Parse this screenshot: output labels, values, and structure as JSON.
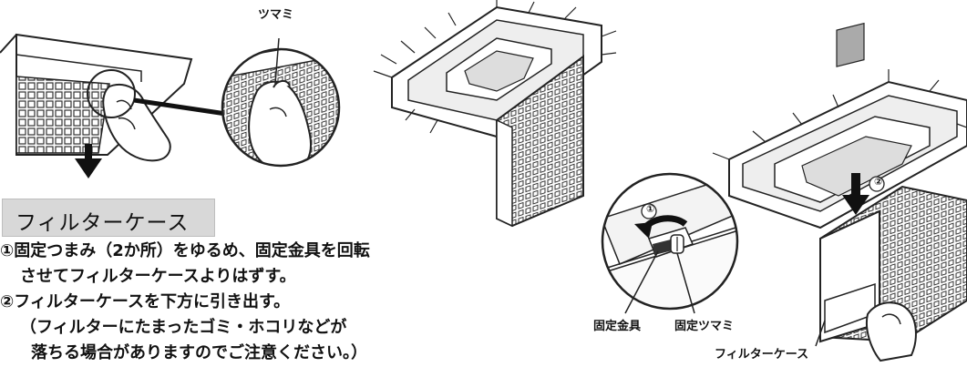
{
  "labels": {
    "tsumami": "ツマミ",
    "kotei_kanagu": "固定金具",
    "kotei_tsumami": "固定ツマミ",
    "filter_case_label": "フィルターケース",
    "step_marker_1": "①",
    "step_marker_2": "②"
  },
  "section": {
    "title": "フィルターケース"
  },
  "instructions": {
    "line1": "①固定つまみ（2か所）をゆるめ、固定金具を回転",
    "line2": "させてフィルターケースよりはずす。",
    "line3": "②フィルターケースを下方に引き出す。",
    "line4": "（フィルターにたまったゴミ・ホコリなどが",
    "line5": "落ちる場合がありますのでご注意ください。）"
  }
}
